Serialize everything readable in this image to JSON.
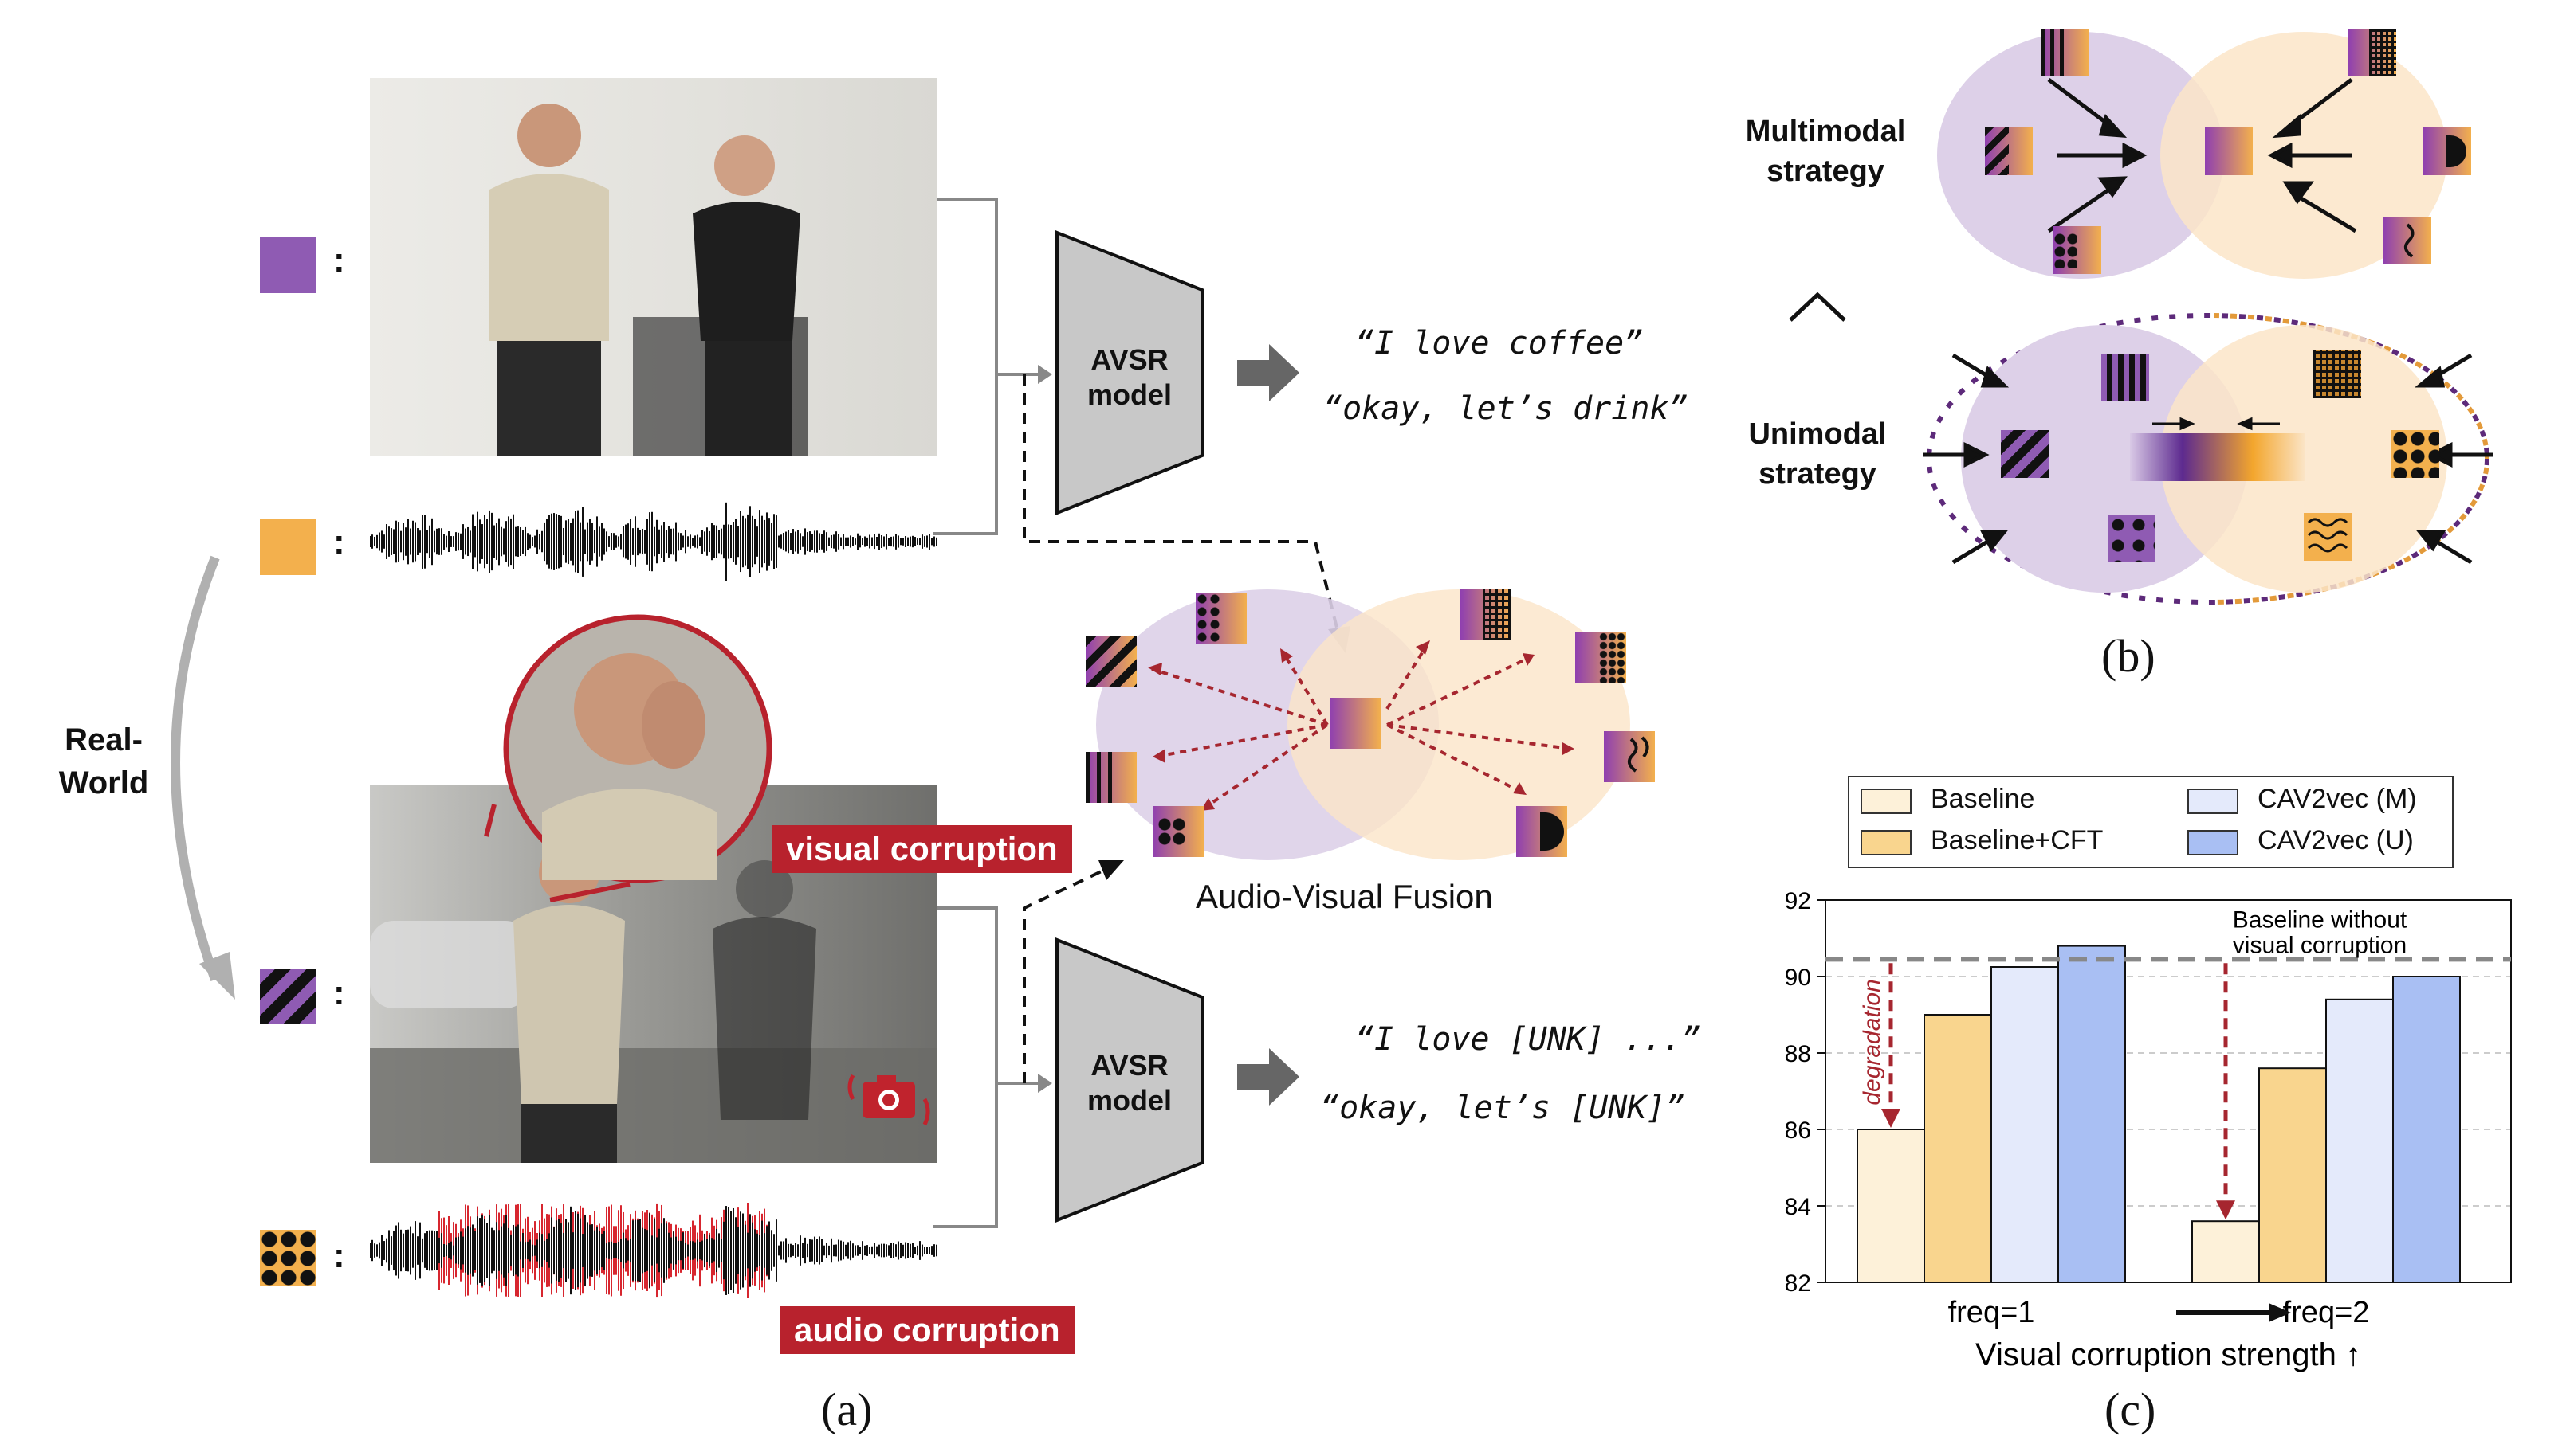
{
  "panel_a": {
    "top_transcripts": [
      "“I love coffee”",
      "“okay, let’s drink”"
    ],
    "bottom_transcripts": [
      "“I love [UNK] ...”",
      "“okay, let’s [UNK]”"
    ],
    "model_label": "AVSR model",
    "colon": ":",
    "arrow_label": "Real-World",
    "visual_tag": "visual corruption",
    "audio_tag": "audio corruption",
    "fusion_label": "Audio-Visual Fusion",
    "caption": "(a)"
  },
  "panel_b": {
    "multimodal_label": "Multimodal strategy",
    "unimodal_label": "Unimodal strategy",
    "caption": "(b)"
  },
  "panel_c": {
    "caption": "(c)"
  },
  "colors": {
    "visual": "#8f5bb3",
    "audio": "#f3b04d",
    "purple_ellipse": "#ddd0e8",
    "orange_ellipse": "#fbe5c8",
    "corruption_red": "#b8222d",
    "model_gray": "#c8c8c8"
  },
  "chart_data": {
    "type": "bar",
    "categories": [
      "freq=1",
      "freq=2"
    ],
    "series": [
      {
        "name": "Baseline",
        "values": [
          86.0,
          83.6
        ],
        "color": "#fdf1d9"
      },
      {
        "name": "Baseline+CFT",
        "values": [
          89.0,
          87.6
        ],
        "color": "#f9d58e"
      },
      {
        "name": "CAV2vec (M)",
        "values": [
          90.25,
          89.4
        ],
        "color": "#e4eafb"
      },
      {
        "name": "CAV2vec (U)",
        "values": [
          90.8,
          90.0
        ],
        "color": "#a9bff3"
      }
    ],
    "ylim": [
      82,
      92
    ],
    "yticks": [
      82,
      84,
      86,
      88,
      90,
      92
    ],
    "xlabel": "Visual corruption strength ↑",
    "reference_line": {
      "value": 90.45,
      "label": "Baseline without visual corruption"
    },
    "annotation": "degradation",
    "grid": true,
    "legend_position": "top"
  }
}
